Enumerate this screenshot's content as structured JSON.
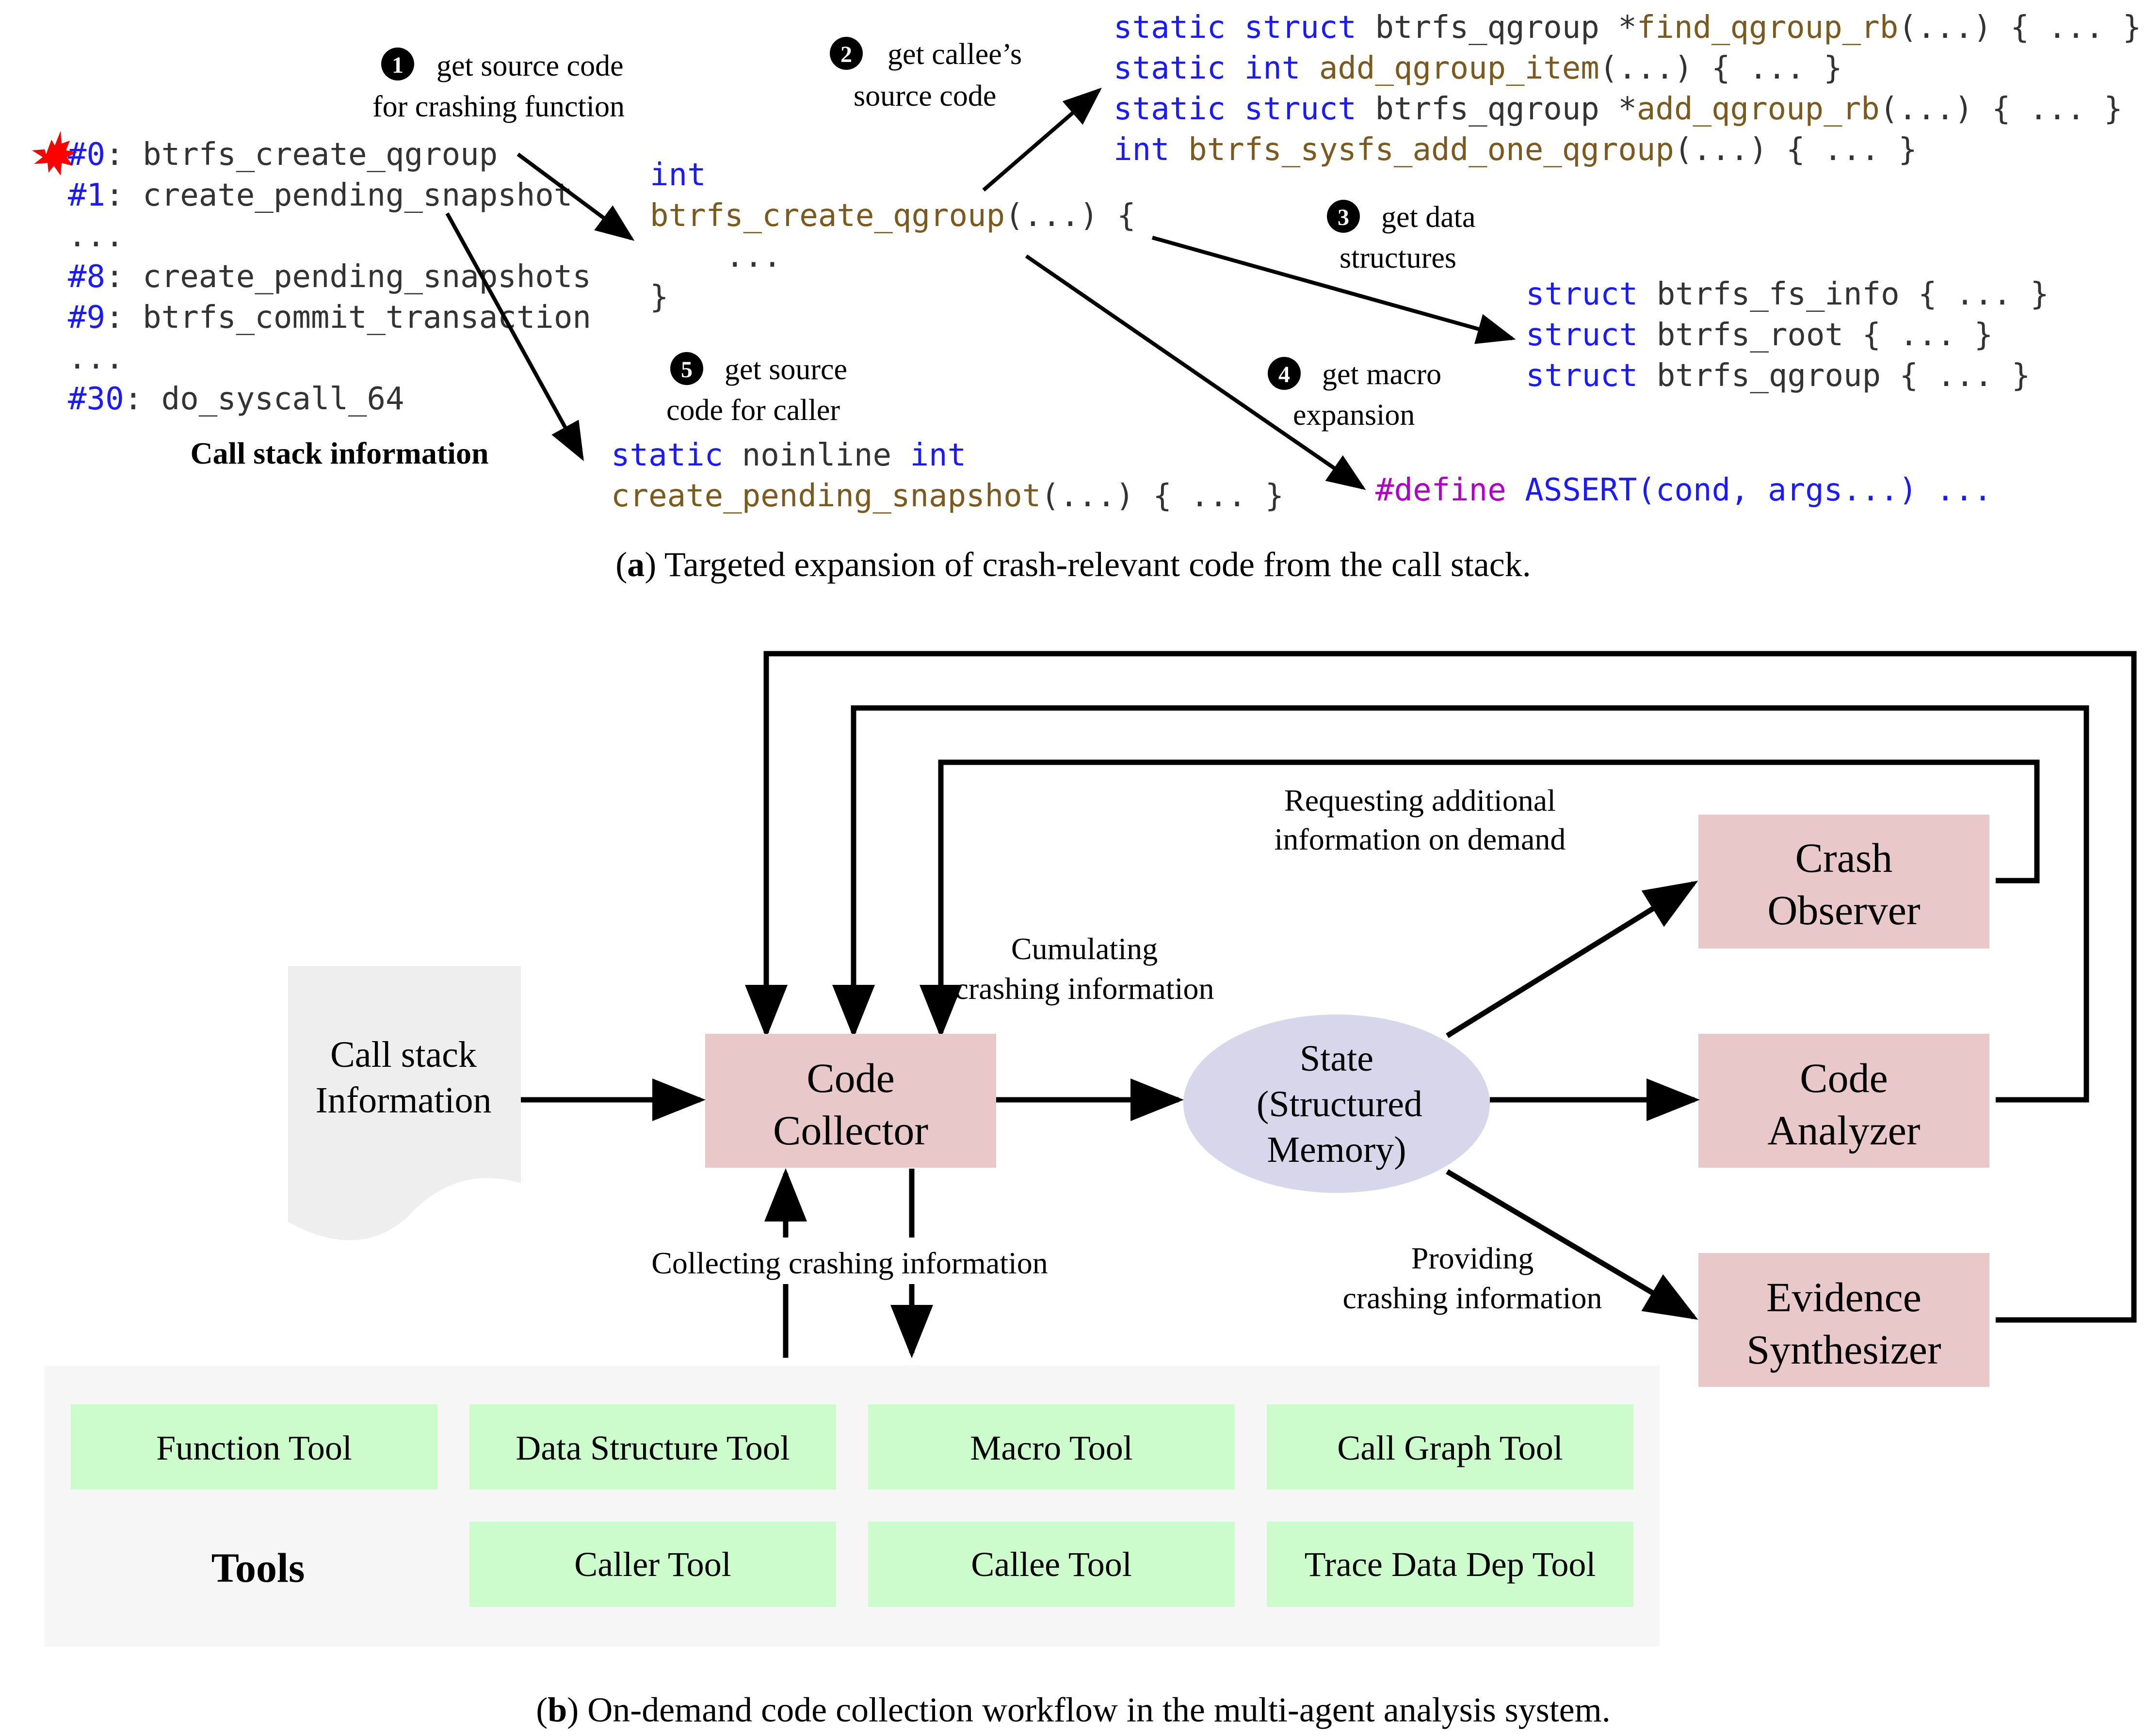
{
  "panel_a": {
    "steps": {
      "s1": {
        "num": "1",
        "line1": "get source code",
        "line2": "for crashing function"
      },
      "s2": {
        "num": "2",
        "line1": "get callee’s",
        "line2": "source code"
      },
      "s3": {
        "num": "3",
        "line1": "get data",
        "line2": "structures"
      },
      "s4": {
        "num": "4",
        "line1": "get macro",
        "line2": "expansion"
      },
      "s5": {
        "num": "5",
        "line1": "get source",
        "line2": "code for caller"
      }
    },
    "call_stack": {
      "frames": [
        {
          "idx": "#0",
          "name": ": btrfs_create_qgroup"
        },
        {
          "idx": "#1",
          "name": ": create_pending_snapshot"
        },
        {
          "idx": "...",
          "name": ""
        },
        {
          "idx": "#8",
          "name": ": create_pending_snapshots"
        },
        {
          "idx": "#9",
          "name": ": btrfs_commit_transaction"
        },
        {
          "idx": "...",
          "name": ""
        },
        {
          "idx": "#30",
          "name": ": do_syscall_64"
        }
      ],
      "label": "Call stack information"
    },
    "crash_func": {
      "ret_type": "int",
      "name": "btrfs_create_qgroup",
      "sig_rest": "(...) {",
      "body": "...",
      "close": "}"
    },
    "callees": [
      {
        "kw": "static struct",
        "type": " btrfs_qgroup *",
        "fn": "find_qgroup_rb",
        "rest": "(...) { ... }"
      },
      {
        "kw": "static int",
        "type": " ",
        "fn": "add_qgroup_item",
        "rest": "(...) { ... }"
      },
      {
        "kw": "static struct",
        "type": " btrfs_qgroup *",
        "fn": "add_qgroup_rb",
        "rest": "(...) { ... }"
      },
      {
        "kw": "int",
        "type": " ",
        "fn": "btrfs_sysfs_add_one_qgroup",
        "rest": "(...) { ... }"
      }
    ],
    "structs": [
      {
        "kw": "struct",
        "rest": " btrfs_fs_info { ... }"
      },
      {
        "kw": "struct",
        "rest": " btrfs_root { ... }"
      },
      {
        "kw": "struct",
        "rest": " btrfs_qgroup { ... }"
      }
    ],
    "macro": {
      "directive": "#define",
      "body": " ASSERT(cond, args...) ..."
    },
    "caller": {
      "kw1": "static",
      "mid": " noinline ",
      "kw2": "int",
      "fn": "create_pending_snapshot",
      "rest": "(...) { ... }"
    },
    "caption": {
      "letter": "a",
      "text": " Targeted expansion of crash-relevant code from the call stack."
    }
  },
  "panel_b": {
    "call_stack_doc": {
      "line1": "Call stack",
      "line2": "Information"
    },
    "code_collector": {
      "line1": "Code",
      "line2": "Collector"
    },
    "state": {
      "line1": "State",
      "line2": "(Structured",
      "line3": "Memory)"
    },
    "crash_observer": {
      "line1": "Crash",
      "line2": "Observer"
    },
    "code_analyzer": {
      "line1": "Code",
      "line2": "Analyzer"
    },
    "evidence_synth": {
      "line1": "Evidence",
      "line2": "Synthesizer"
    },
    "labels": {
      "requesting1": "Requesting additional",
      "requesting2": "information on demand",
      "cumulating1": "Cumulating",
      "cumulating2": "crashing information",
      "collecting": "Collecting crashing information",
      "providing1": "Providing",
      "providing2": "crashing information"
    },
    "tools": {
      "title": "Tools",
      "items": [
        "Function Tool",
        "Data Structure Tool",
        "Macro Tool",
        "Call Graph Tool",
        "Caller Tool",
        "Callee Tool",
        "Trace Data Dep Tool"
      ]
    },
    "caption": {
      "letter": "b",
      "text": " On-demand code collection workflow in the multi-agent analysis system."
    }
  },
  "colors": {
    "keyword_blue": "#1a1aff",
    "func_brown": "#7a5a1e",
    "macro_purple": "#b000c8",
    "agent_fill": "#e8c8c8",
    "state_fill": "#d8d6ea",
    "tool_fill": "#ccfccc",
    "tools_bg": "#f6f6f6",
    "doc_fill": "#eeeeee",
    "crash_red": "#ff0000"
  }
}
